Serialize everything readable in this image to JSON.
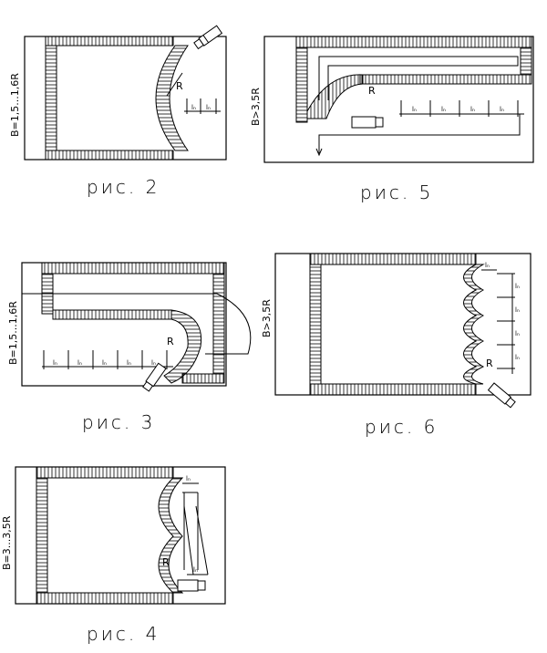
{
  "figures": [
    {
      "id": "fig2",
      "caption": "рис. 2",
      "width_label": "B=1,5...1,6R",
      "radius_label": "R",
      "step_label": "lₙ"
    },
    {
      "id": "fig3",
      "caption": "рис. 3",
      "width_label": "B=1,5...1,6R",
      "radius_label": "R",
      "step_label": "lₙ"
    },
    {
      "id": "fig4",
      "caption": "рис. 4",
      "width_label": "B=3...3,5R",
      "radius_label": "R",
      "step_label": "lₙ"
    },
    {
      "id": "fig5",
      "caption": "рис. 5",
      "width_label": "B>3,5R",
      "radius_label": "R",
      "step_label": "lₙ"
    },
    {
      "id": "fig6",
      "caption": "рис. 6",
      "width_label": "B>3,5R",
      "radius_label": "R",
      "step_label": "lₙ"
    }
  ]
}
